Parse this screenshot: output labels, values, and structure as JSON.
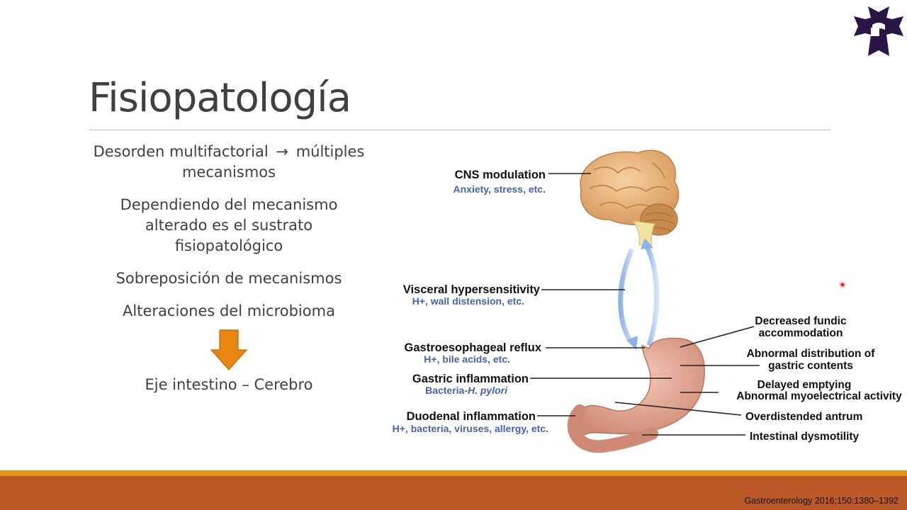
{
  "slide": {
    "title": "Fisiopatología",
    "bullets": [
      {
        "pre": "Desorden multifactorial",
        "arrow": "→",
        "post": "múltiples mecanismos"
      },
      {
        "text": "Dependiendo del mecanismo alterado es el sustrato fisiopatológico"
      },
      {
        "text": "Sobreposición de mecanismos"
      },
      {
        "text": "Alteraciones del microbioma"
      },
      {
        "text": "Eje intestino – Cerebro"
      }
    ],
    "citation": "Gastroenterology 2016;150:1380–1392"
  },
  "diagram": {
    "left_labels": [
      {
        "title": "CNS modulation",
        "subtitle": "Anxiety, stress, etc."
      },
      {
        "title": "Visceral hypersensitivity",
        "subtitle": "H+, wall distension, etc."
      },
      {
        "title": "Gastroesophageal reflux",
        "subtitle": "H+, bile acids, etc."
      },
      {
        "title": "Gastric inflammation",
        "subtitle_pre": "Bacteria-",
        "subtitle_em": "H. pylori"
      },
      {
        "title": "Duodenal inflammation",
        "subtitle": "H+, bacteria, viruses, allergy, etc."
      }
    ],
    "right_labels": [
      {
        "line1": "Decreased fundic",
        "line2": "accommodation"
      },
      {
        "line1": "Abnormal distribution of",
        "line2": "gastric contents"
      },
      {
        "line1": "Delayed emptying",
        "line2": "Abnormal myoelectrical activity"
      },
      {
        "line1": "Overdistended antrum"
      },
      {
        "line1": "Intestinal dysmotility"
      }
    ]
  },
  "colors": {
    "title_text": "#404040",
    "footer_strip": "#e69419",
    "footer_bar": "#bb5a28",
    "down_arrow": "#e8860f",
    "logo": "#2a1545",
    "subtitle_blue": "#4a62a8"
  },
  "icons": {
    "logo": "cross-logo-icon",
    "bullet_arrow": "down-arrow-icon"
  }
}
